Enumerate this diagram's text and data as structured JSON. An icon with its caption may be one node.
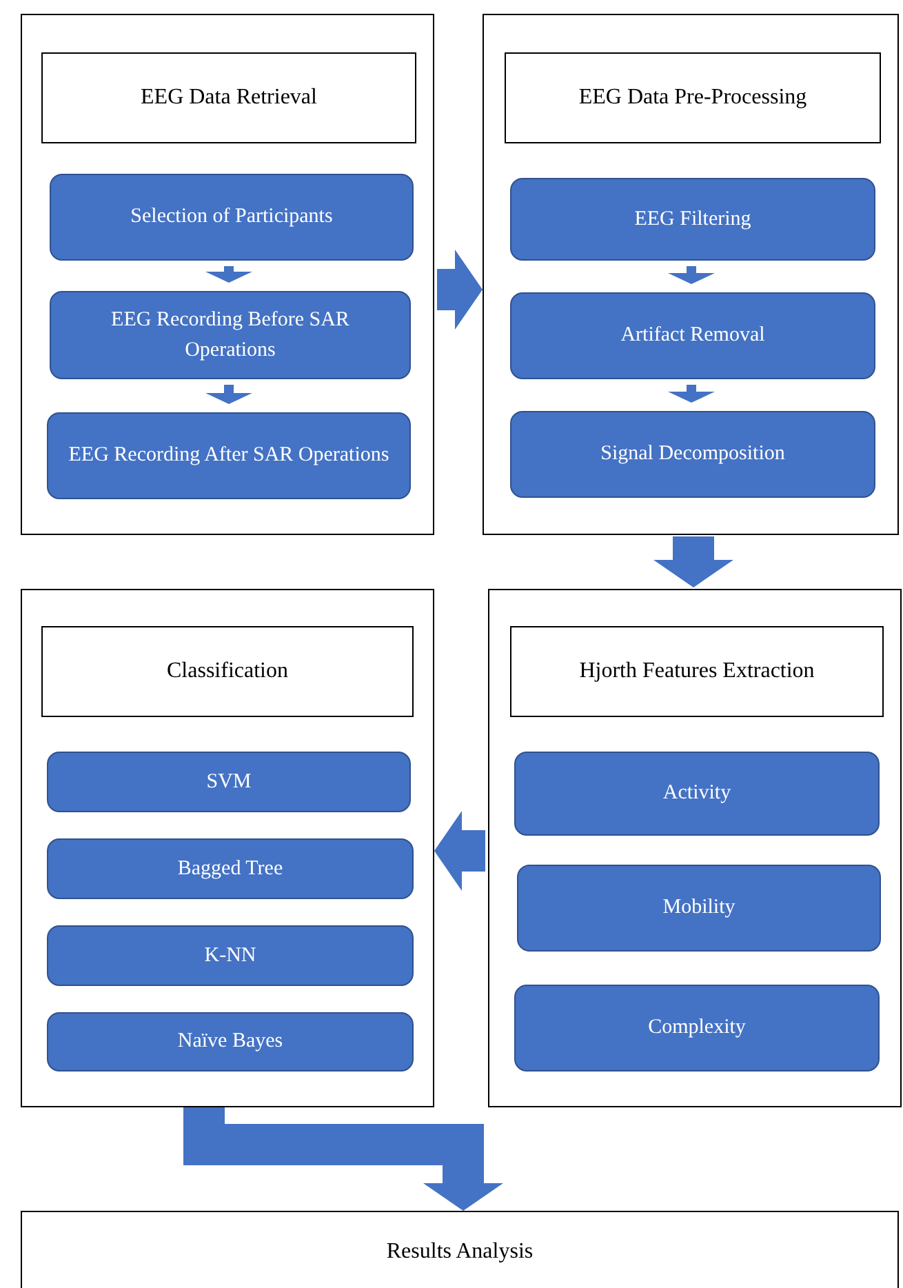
{
  "diagram": {
    "nodes": [
      {
        "text": [],
        "shape": "box"
      },
      {
        "text": [
          "EEG Data Retrieval"
        ],
        "in": 0
      },
      {
        "text": [
          "Selection of Participants"
        ],
        "in": 0
      },
      {
        "text": [
          "EEG Recording Before SAR Operations"
        ],
        "in": 0
      },
      {
        "text": [
          "EEG Recording After SAR Operations"
        ],
        "in": 0
      },
      {
        "text": [],
        "shape": "box"
      },
      {
        "text": [
          "EEG Data Pre-Processing"
        ],
        "in": 5
      },
      {
        "text": [
          "EEG Filtering"
        ],
        "in": 5
      },
      {
        "text": [
          "Artifact Removal"
        ],
        "in": 5
      },
      {
        "text": [
          "Signal Decomposition"
        ],
        "in": 5
      },
      {
        "text": [],
        "shape": "box"
      },
      {
        "text": [
          "Classification"
        ],
        "in": 10
      },
      {
        "text": [
          "SVM"
        ],
        "in": 10
      },
      {
        "text": [
          "Bagged Tree"
        ],
        "in": 10
      },
      {
        "text": [
          "K-NN"
        ],
        "in": 10
      },
      {
        "text": [
          "Naïve Bayes"
        ],
        "in": 10
      },
      {
        "text": [],
        "shape": "box"
      },
      {
        "text": [
          "Hjorth Features Extraction"
        ],
        "in": 16
      },
      {
        "text": [
          "Activity"
        ],
        "in": 16
      },
      {
        "text": [
          "Mobility"
        ],
        "in": 16
      },
      {
        "text": [
          "Complexity"
        ],
        "in": 16
      },
      {
        "text": [
          "Results Analysis"
        ]
      }
    ],
    "edges": [
      {
        "from": 2,
        "to": 3,
        "arrow": "to"
      },
      {
        "from": 3,
        "to": 4,
        "arrow": "to"
      },
      {
        "from": 7,
        "to": 8,
        "arrow": "to"
      },
      {
        "from": 8,
        "to": 9,
        "arrow": "to"
      },
      {
        "from": 0,
        "to": 5,
        "arrow": "to",
        "style": "thick"
      },
      {
        "from": 5,
        "to": 16,
        "arrow": "to",
        "style": "thick"
      },
      {
        "from": 16,
        "to": 10,
        "arrow": "to",
        "style": "thick"
      },
      {
        "from": 10,
        "to": 21,
        "arrow": "to",
        "style": "thick"
      }
    ]
  }
}
